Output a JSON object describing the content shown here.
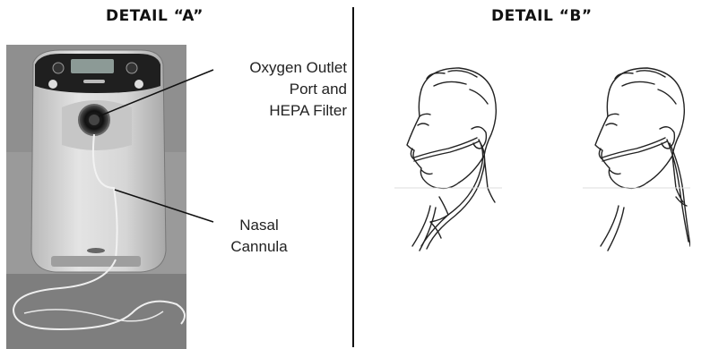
{
  "detail_a": {
    "heading": "DETAIL “A”",
    "callouts": {
      "port_line1": "Oxygen Outlet",
      "port_line2": "Port and",
      "port_line3": "HEPA Filter",
      "cannula_line1": "Nasal",
      "cannula_line2": "Cannula"
    }
  },
  "detail_b": {
    "heading": "DETAIL “B”"
  }
}
